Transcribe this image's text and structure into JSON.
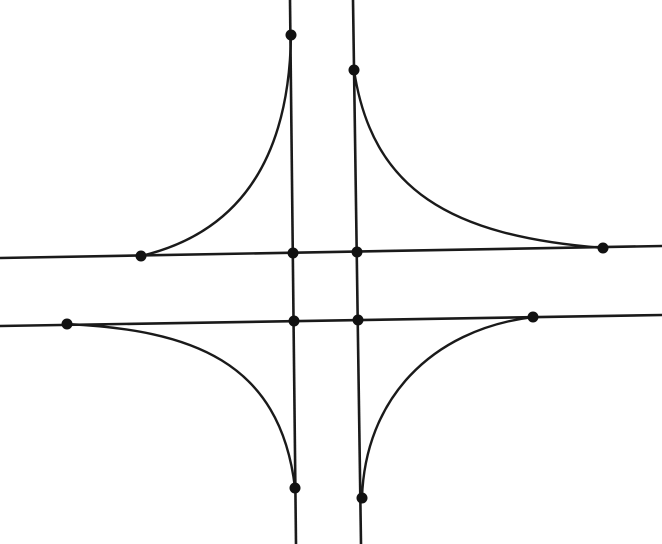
{
  "diagram": {
    "description_hidden": "",
    "stroke_color": "#1a1a1a",
    "node_color": "#111111",
    "elements": {
      "vertical_lines": 2,
      "horizontal_lines": 2,
      "curves": 4,
      "intersection_points": 4,
      "curve_endpoints": 8
    }
  }
}
